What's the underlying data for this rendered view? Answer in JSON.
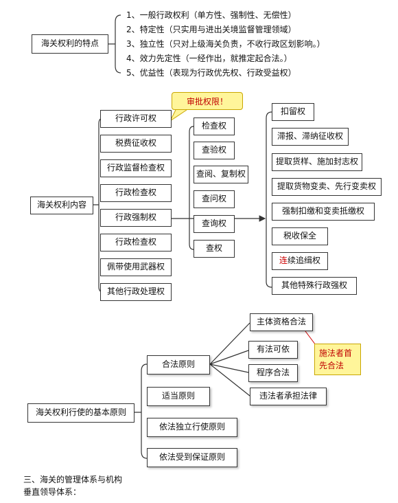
{
  "features": {
    "root": "海关权利的特点",
    "items": [
      "1、一般行政权利（单方性、强制性、无偿性）",
      "2、特定性（只实用与进出关境监督管理领域）",
      "3、独立性（只对上级海关负责，不收行政区划影响。）",
      "4、效力先定性（一经作出，就推定起合法。）",
      "5、优益性（表现为行政优先权、行政受益权）"
    ]
  },
  "content": {
    "root": "海关权利内容",
    "callout": "审批权限！",
    "left_items": [
      "行政许可权",
      "税费征收权",
      "行政监督检查权",
      "行政检查权",
      "行政强制权",
      "行政检查权",
      "佩带使用武器权",
      "其他行政处理权"
    ],
    "middle_items": [
      "检查权",
      "查验权",
      "查阅、复制权",
      "查问权",
      "查询权",
      "查权"
    ],
    "right_items": [
      "扣留权",
      "滞报、滞纳征收权",
      "提取货样、施加封志权",
      "提取货物变卖、先行变卖权",
      "强制扣缴和变卖抵缴权",
      "税收保全",
      "连续追缉权",
      "其他特殊行政强权"
    ],
    "right_red_prefix": "连",
    "right_red_rest": "续追缉权"
  },
  "principles": {
    "root": "海关权利行使的基本原则",
    "items": [
      "合法原则",
      "适当原则",
      "依法独立行使原则",
      "依法受到保证原则"
    ],
    "sub_items": [
      "主体资格合法",
      "有法可依",
      "程序合法",
      "违法者承担法律"
    ],
    "callout_line1": "施法者首",
    "callout_line2": "先合法"
  },
  "footer": {
    "heading": "三、海关的管理体系与机构",
    "subheading": "垂直领导体系："
  },
  "colors": {
    "line": "#333333",
    "callout_bg": "#fff59a",
    "callout_text": "#c00000",
    "red_text": "#cc0000"
  }
}
